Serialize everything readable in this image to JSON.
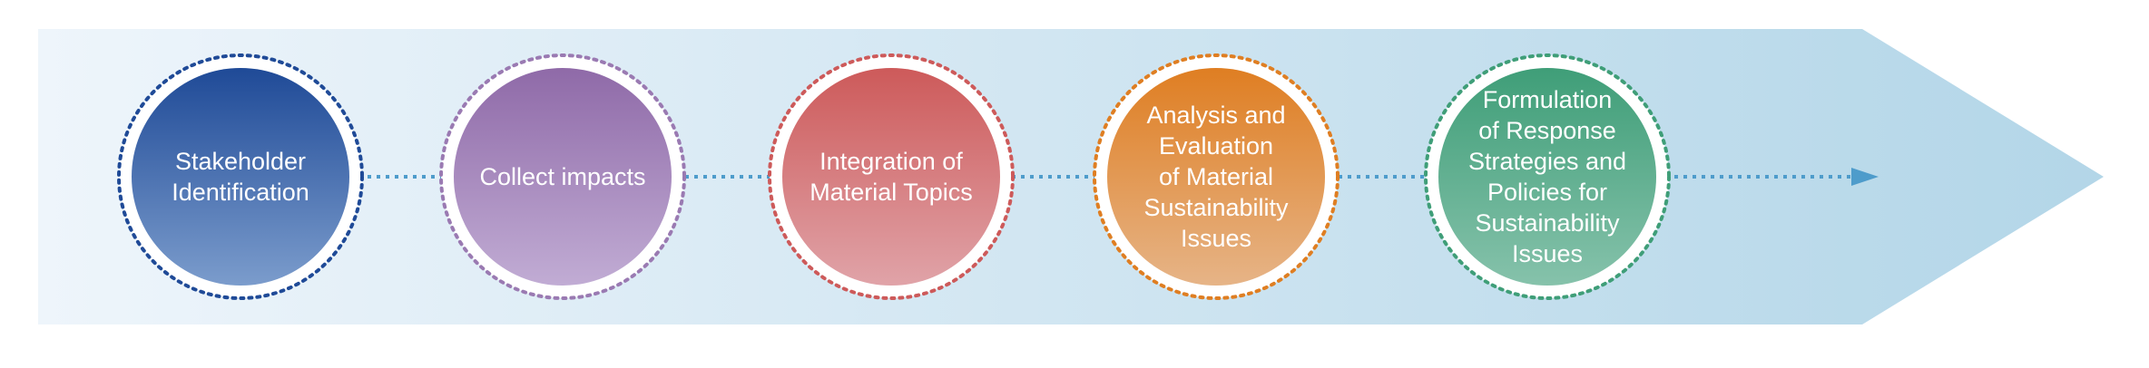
{
  "steps": [
    {
      "label": "Stakeholder\nIdentification",
      "color_top": "#1f4a97",
      "color_bottom": "#7b9ccc",
      "ring_color": "#1f4a97"
    },
    {
      "label": "Collect impacts",
      "color_top": "#8f6aa8",
      "color_bottom": "#c1acd4",
      "ring_color": "#9a7ab2"
    },
    {
      "label": "Integration of\nMaterial Topics",
      "color_top": "#cd5a5a",
      "color_bottom": "#e0a3a8",
      "ring_color": "#cd5a5a"
    },
    {
      "label": "Analysis and\nEvaluation\nof Material\nSustainability\nIssues",
      "color_top": "#df7e22",
      "color_bottom": "#e6b487",
      "ring_color": "#df7e22"
    },
    {
      "label": "Formulation\nof Response\nStrategies and\nPolicies for\nSustainability\nIssues",
      "color_top": "#3f9e78",
      "color_bottom": "#86c2ab",
      "ring_color": "#3f9e78"
    }
  ],
  "colors": {
    "band_left": "#eef5fb",
    "band_right": "#b3d6e8",
    "connector": "#4e9ccb",
    "arrowhead": "#4e9ccb"
  }
}
